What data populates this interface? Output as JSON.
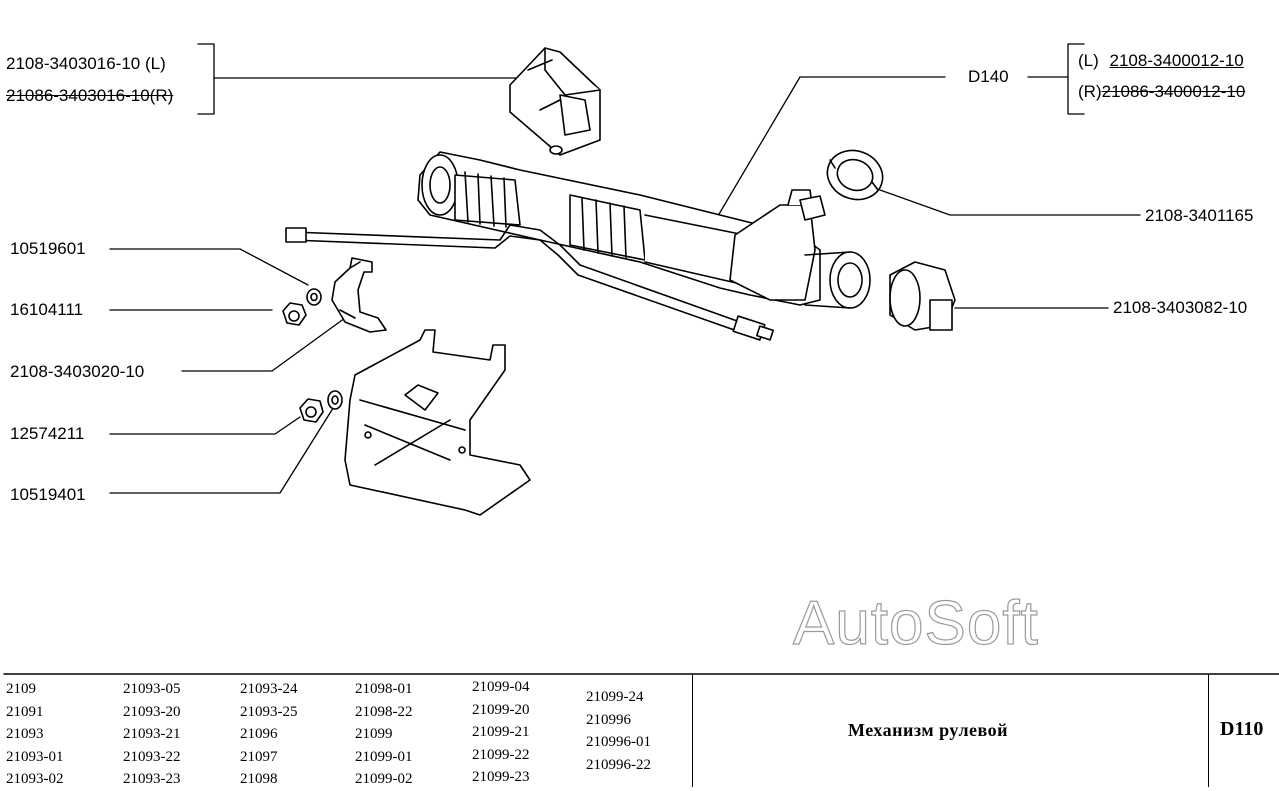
{
  "callouts": {
    "mount_pad_l": "2108-3403016-10  (L)",
    "mount_pad_r": "21086-3403016-10(R)",
    "d140": "D140",
    "rack_l_prefix": "(L)",
    "rack_l": "2108-3400012-10",
    "rack_r_prefix": "(R)",
    "rack_r": "21086-3400012-10",
    "seal": "2108-3401165",
    "washer1": "10519601",
    "nut1": "16104111",
    "clamp": "2108-3403020-10",
    "nut2": "12574211",
    "washer2": "10519401",
    "bushing": "2108-3403082-10"
  },
  "watermark": "AutoSoft",
  "models": {
    "col1": [
      "2109",
      "21091",
      "21093",
      "21093-01",
      "21093-02"
    ],
    "col2": [
      "21093-05",
      "21093-20",
      "21093-21",
      "21093-22",
      "21093-23"
    ],
    "col3": [
      "21093-24",
      "21093-25",
      "21096",
      "21097",
      "21098"
    ],
    "col4": [
      "21098-01",
      "21098-22",
      "21099",
      "21099-01",
      "21099-02"
    ],
    "col5": [
      "21099-04",
      "21099-20",
      "21099-21",
      "21099-22",
      "21099-23"
    ],
    "col6": [
      "21099-24",
      "210996",
      "210996-01",
      "210996-22"
    ]
  },
  "section_title": "Механизм рулевой",
  "section_code": "D110"
}
